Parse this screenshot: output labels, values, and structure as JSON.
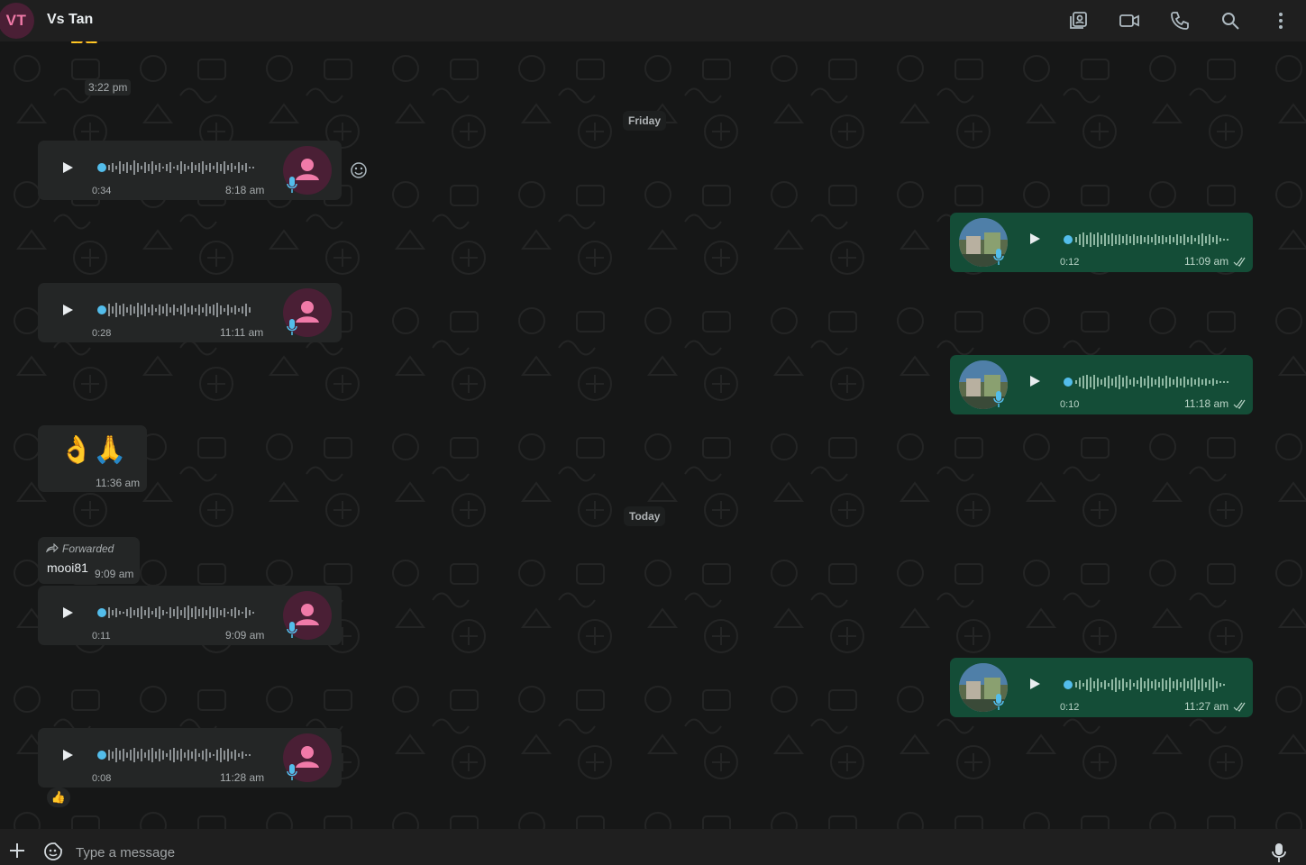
{
  "header": {
    "avatar_initials": "VT",
    "contact_name": "Vs Tan",
    "icons": [
      "contact-card-icon",
      "video-call-icon",
      "voice-call-icon",
      "search-icon",
      "menu-icon"
    ]
  },
  "colors": {
    "incoming_bubble": "#242626",
    "outgoing_bubble": "#144d37",
    "waveform_dot": "#53bdeb",
    "contact_avatar_bg": "#4a1f35",
    "contact_avatar_fg": "#f07aa8"
  },
  "dates": {
    "friday": "Friday",
    "today": "Today"
  },
  "messages": {
    "top_time": "3:22 pm",
    "voice_1": {
      "duration": "0:34",
      "time": "8:18 am"
    },
    "voice_2": {
      "duration": "0:28",
      "time": "11:11 am"
    },
    "emoji_msg": {
      "emoji": "👌🙏",
      "time": "11:36 am"
    },
    "forwarded": {
      "label": "Forwarded",
      "text": "mooi81",
      "time": "9:09 am"
    },
    "voice_3": {
      "duration": "0:11",
      "time": "9:09 am"
    },
    "voice_4": {
      "duration": "0:08",
      "time": "11:28 am",
      "reaction": "👍"
    },
    "out_1": {
      "duration": "0:12",
      "time": "11:09 am"
    },
    "out_2": {
      "duration": "0:10",
      "time": "11:18 am"
    },
    "out_3": {
      "duration": "0:12",
      "time": "11:27 am"
    }
  },
  "composer": {
    "placeholder": "Type a message"
  }
}
